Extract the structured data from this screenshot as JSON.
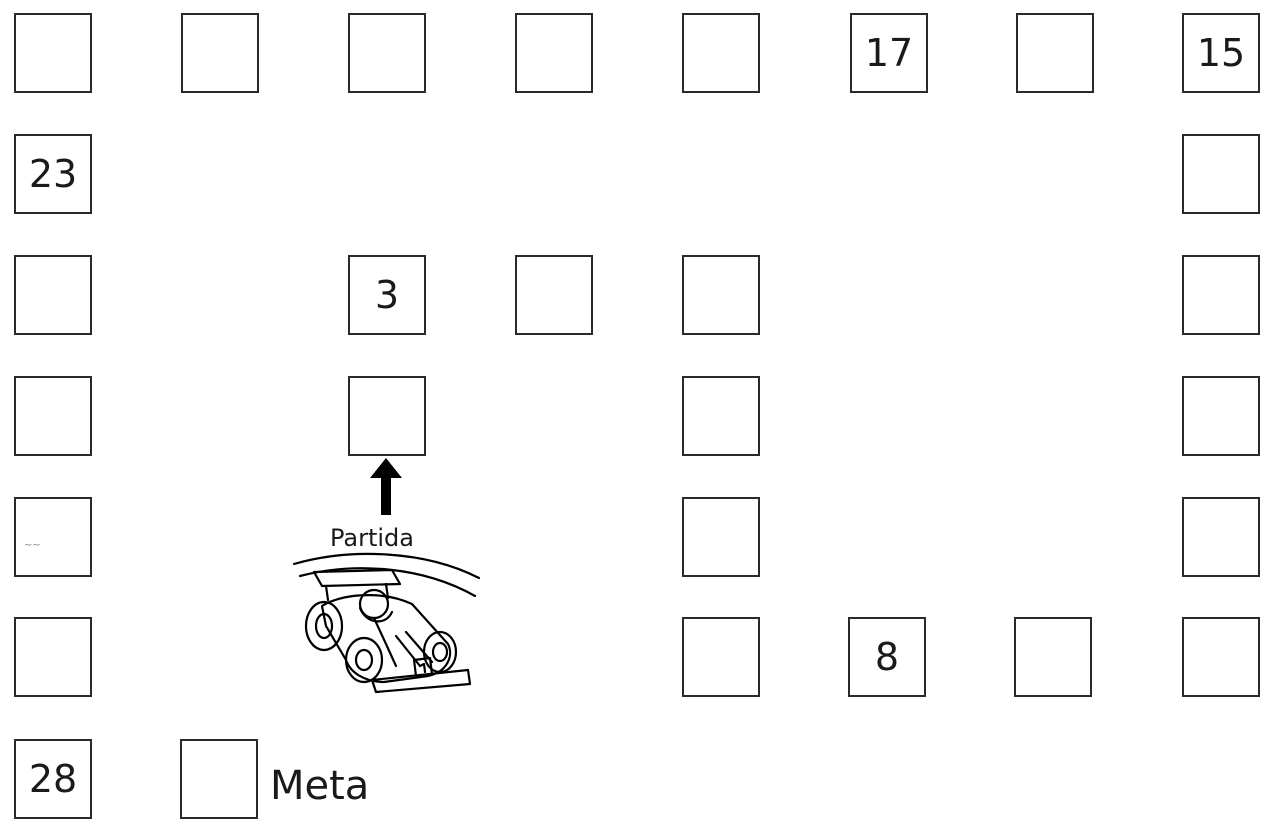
{
  "board": {
    "cells": [
      "",
      "",
      "",
      "",
      "",
      "17",
      "",
      "15",
      "23",
      "",
      "",
      "",
      "3",
      "",
      "",
      "",
      "",
      "",
      "",
      "",
      "",
      "",
      "",
      "",
      "8",
      "",
      "",
      "28",
      ""
    ]
  },
  "start": {
    "label": "Partida"
  },
  "finish": {
    "label": "Meta"
  },
  "icons": {
    "arrow": "up-arrow-icon",
    "car": "race-car-icon"
  }
}
